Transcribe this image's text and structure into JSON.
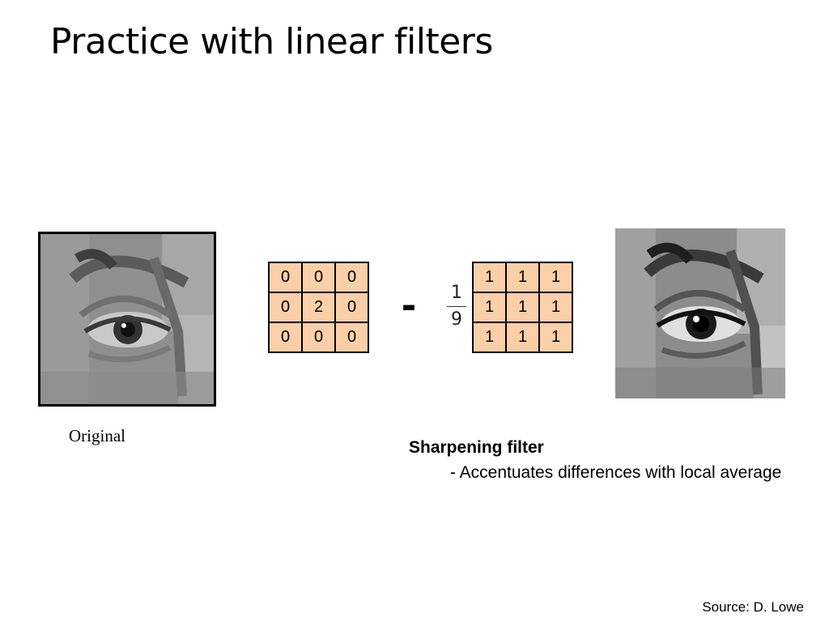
{
  "title": "Practice with linear filters",
  "original_label": "Original",
  "kernel_identity": [
    [
      "0",
      "0",
      "0"
    ],
    [
      "0",
      "2",
      "0"
    ],
    [
      "0",
      "0",
      "0"
    ]
  ],
  "operator": "-",
  "fraction": {
    "numerator": "1",
    "denominator": "9"
  },
  "kernel_box": [
    [
      "1",
      "1",
      "1"
    ],
    [
      "1",
      "1",
      "1"
    ],
    [
      "1",
      "1",
      "1"
    ]
  ],
  "description": {
    "heading": "Sharpening filter",
    "body": "- Accentuates differences with local average"
  },
  "source": "Source: D. Lowe",
  "colors": {
    "kernel_fill": "#fbcfa8",
    "border": "#000000"
  }
}
